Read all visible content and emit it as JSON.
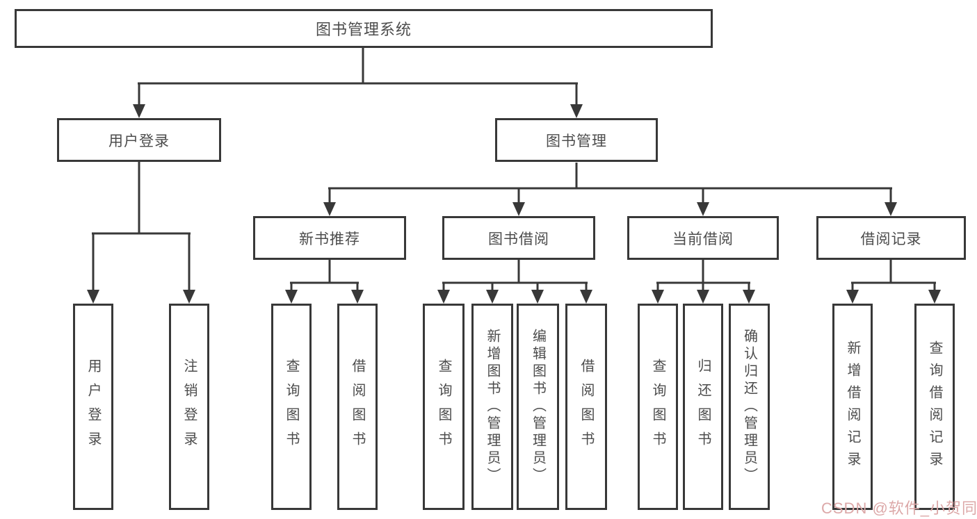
{
  "tree": {
    "label": "图书管理系统",
    "children": [
      {
        "label": "用户登录",
        "children": [
          {
            "label": "用户登录"
          },
          {
            "label": "注销登录"
          }
        ]
      },
      {
        "label": "图书管理",
        "children": [
          {
            "label": "新书推荐",
            "children": [
              {
                "label": "查询图书"
              },
              {
                "label": "借阅图书"
              }
            ]
          },
          {
            "label": "图书借阅",
            "children": [
              {
                "label": "查询图书"
              },
              {
                "label": "新增图书（管理员）"
              },
              {
                "label": "编辑图书（管理员）"
              },
              {
                "label": "借阅图书"
              }
            ]
          },
          {
            "label": "当前借阅",
            "children": [
              {
                "label": "查询图书"
              },
              {
                "label": "归还图书"
              },
              {
                "label": "确认归还（管理员）"
              }
            ]
          },
          {
            "label": "借阅记录",
            "children": [
              {
                "label": "新增借阅记录"
              },
              {
                "label": "查询借阅记录"
              }
            ]
          }
        ]
      }
    ]
  },
  "watermark": {
    "text": "CSDN @软件_小贺同学"
  },
  "colors": {
    "line": "#383838",
    "node_border": "#383838",
    "node_background": "#ffffff",
    "text": "#4c4c4c",
    "page_background": "#ffffff",
    "watermark": "#dca8a8"
  }
}
